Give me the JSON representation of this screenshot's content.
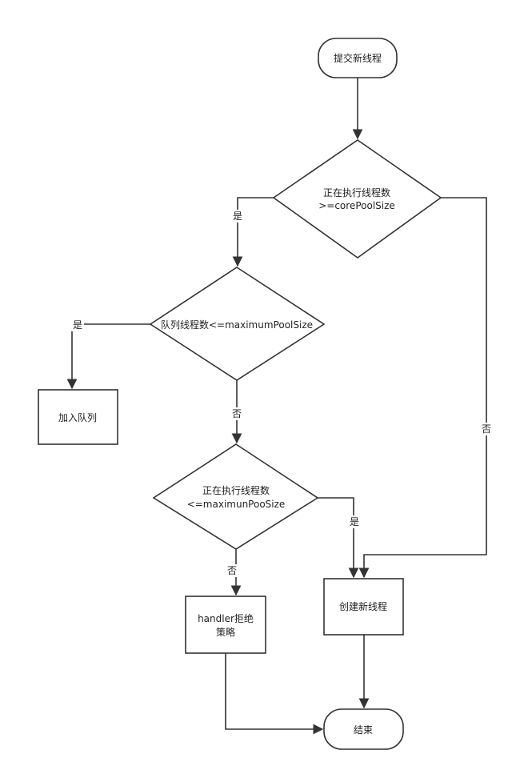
{
  "nodes": {
    "start": {
      "label": "提交新线程"
    },
    "check_core": {
      "line1": "正在执行线程数",
      "line2": ">=corePoolSize"
    },
    "check_queue": {
      "label": "队列线程数<=maximumPoolSize"
    },
    "enqueue": {
      "label": "加入队列"
    },
    "check_max": {
      "line1": "正在执行线程数",
      "line2": "<=maximunPooSize"
    },
    "reject": {
      "line1": "handler拒绝",
      "line2": "策略"
    },
    "create_thread": {
      "label": "创建新线程"
    },
    "end": {
      "label": "结束"
    }
  },
  "edges": {
    "core_yes": "是",
    "core_no": "否",
    "queue_yes": "是",
    "queue_no": "否",
    "max_yes": "是",
    "max_no": "否"
  },
  "colors": {
    "stroke": "#333333",
    "text": "#222222",
    "background": "#ffffff"
  }
}
